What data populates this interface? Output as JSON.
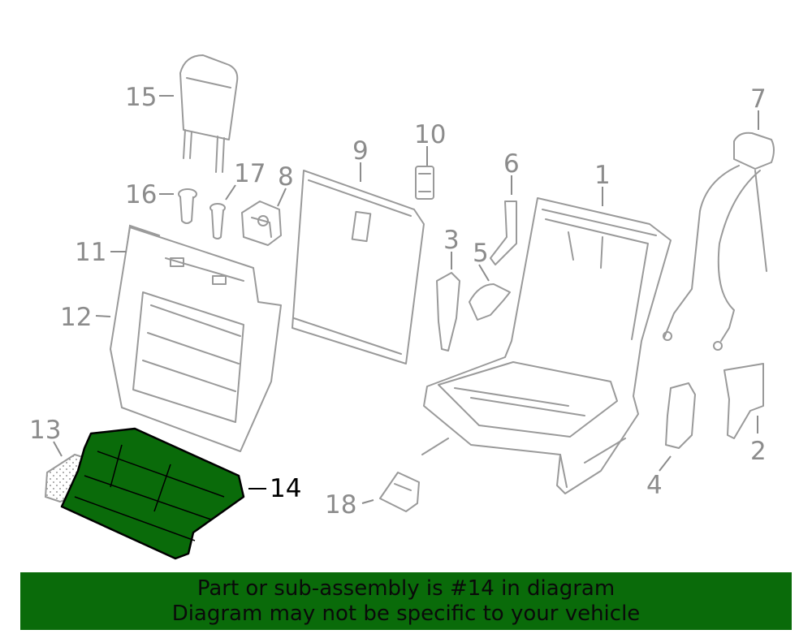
{
  "callouts": [
    "1",
    "2",
    "3",
    "4",
    "5",
    "6",
    "7",
    "8",
    "9",
    "10",
    "11",
    "12",
    "13",
    "14",
    "15",
    "16",
    "17",
    "18"
  ],
  "highlighted_part": "14",
  "colors": {
    "highlight_fill": "#0a6b0a",
    "outline": "#9a9a9a",
    "label": "#8c8c8c",
    "banner_bg": "#0a6b0a"
  },
  "banner": {
    "line1": "Part or sub-assembly is #14 in diagram",
    "line2": "Diagram may not be specific to your vehicle"
  }
}
